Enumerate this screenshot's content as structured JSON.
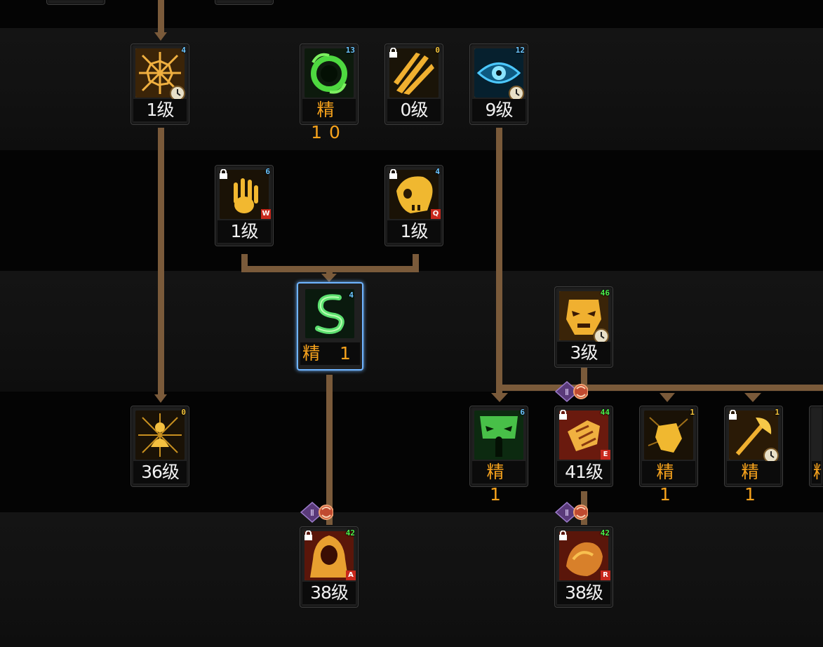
{
  "colors": {
    "connector": "#7a5a3a",
    "elite_text": "#f6a21c",
    "level_text": "#f2f2f2",
    "active_border": "#6fb4ff",
    "cost_blue": "#6cc6ff",
    "cost_green": "#4cf04c",
    "cost_gold": "#f2c23a",
    "hotkey_bg": "#c8281c"
  },
  "skills": {
    "web": {
      "icon": "cracked-web-icon",
      "level": "1级",
      "cost": "4",
      "cost_color": "blue",
      "locked": false,
      "cooldown": true
    },
    "green_ring": {
      "icon": "green-vortex-icon",
      "level": "精 10",
      "cost": "13",
      "cost_color": "blue",
      "locked": false,
      "elite": true
    },
    "claws": {
      "icon": "golden-claws-icon",
      "level": "0级",
      "cost": "0",
      "cost_color": "gold",
      "locked": true
    },
    "eye": {
      "icon": "blue-eye-icon",
      "level": "9级",
      "cost": "12",
      "cost_color": "blue",
      "locked": false,
      "cooldown": true
    },
    "hand": {
      "icon": "grasping-hand-icon",
      "level": "1级",
      "cost": "6",
      "cost_color": "blue",
      "locked": true,
      "hotkey": "W"
    },
    "skull": {
      "icon": "golden-skull-icon",
      "level": "1级",
      "cost": "4",
      "cost_color": "blue",
      "locked": true,
      "hotkey": "Q"
    },
    "serpent": {
      "icon": "green-serpent-icon",
      "level": "精 1",
      "cost": "4",
      "cost_color": "blue",
      "locked": false,
      "elite": true,
      "selected": true
    },
    "demon_face": {
      "icon": "demon-face-icon",
      "level": "3级",
      "cost": "46",
      "cost_color": "green",
      "locked": false,
      "cooldown": true
    },
    "radiant": {
      "icon": "radiant-figure-icon",
      "level": "36级",
      "cost": "0",
      "cost_color": "gold",
      "locked": false
    },
    "green_giant": {
      "icon": "green-giant-icon",
      "level": "精 1",
      "cost": "6",
      "cost_color": "blue",
      "locked": false,
      "elite": true
    },
    "fist_smash": {
      "icon": "fist-smash-icon",
      "level": "41级",
      "cost": "44",
      "cost_color": "green",
      "locked": true,
      "hotkey": "E"
    },
    "punch": {
      "icon": "golden-punch-icon",
      "level": "精 1",
      "cost": "1",
      "cost_color": "gold",
      "locked": false,
      "elite": true
    },
    "axe": {
      "icon": "golden-axe-icon",
      "level": "精 1",
      "cost": "1",
      "cost_color": "gold",
      "locked": true,
      "elite": true,
      "cooldown": true
    },
    "edge": {
      "icon": "golden-edge-icon",
      "level": "精",
      "elite": true
    },
    "hooded_caster": {
      "icon": "hooded-caster-icon",
      "level": "38级",
      "cost": "42",
      "cost_color": "green",
      "locked": true,
      "hotkey": "A"
    },
    "fire_beast": {
      "icon": "fire-beast-icon",
      "level": "38级",
      "cost": "42",
      "cost_color": "green",
      "locked": true,
      "hotkey": "R"
    }
  },
  "badges": {
    "roman_two": "Ⅱ",
    "icon": "awakening-badge-icon"
  }
}
